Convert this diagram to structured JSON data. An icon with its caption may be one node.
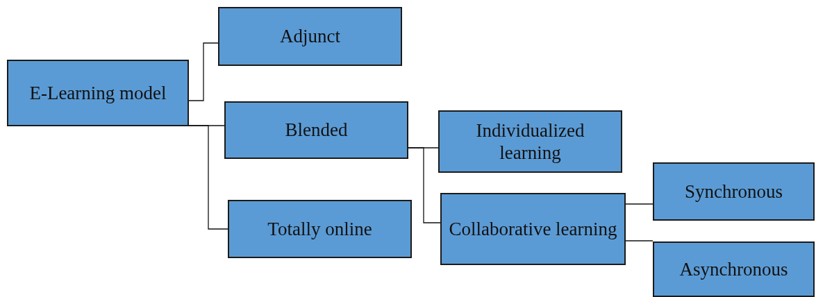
{
  "diagram": {
    "nodes": [
      {
        "text": [
          "E-Learning model"
        ]
      },
      {
        "text": [
          "Adjunct"
        ]
      },
      {
        "text": [
          "Blended"
        ]
      },
      {
        "text": [
          "Totally online"
        ]
      },
      {
        "text": [
          "Individualized learning"
        ]
      },
      {
        "text": [
          "Collaborative learning"
        ]
      },
      {
        "text": [
          "Synchronous"
        ]
      },
      {
        "text": [
          "Asynchronous"
        ]
      }
    ],
    "edges": [
      {
        "from": 0,
        "to": 1,
        "arrow": "none"
      },
      {
        "from": 0,
        "to": 2,
        "arrow": "none"
      },
      {
        "from": 0,
        "to": 3,
        "arrow": "none"
      },
      {
        "from": 2,
        "to": 4,
        "arrow": "none"
      },
      {
        "from": 2,
        "to": 5,
        "arrow": "none"
      },
      {
        "from": 5,
        "to": 6,
        "arrow": "none"
      },
      {
        "from": 5,
        "to": 7,
        "arrow": "none"
      }
    ]
  }
}
